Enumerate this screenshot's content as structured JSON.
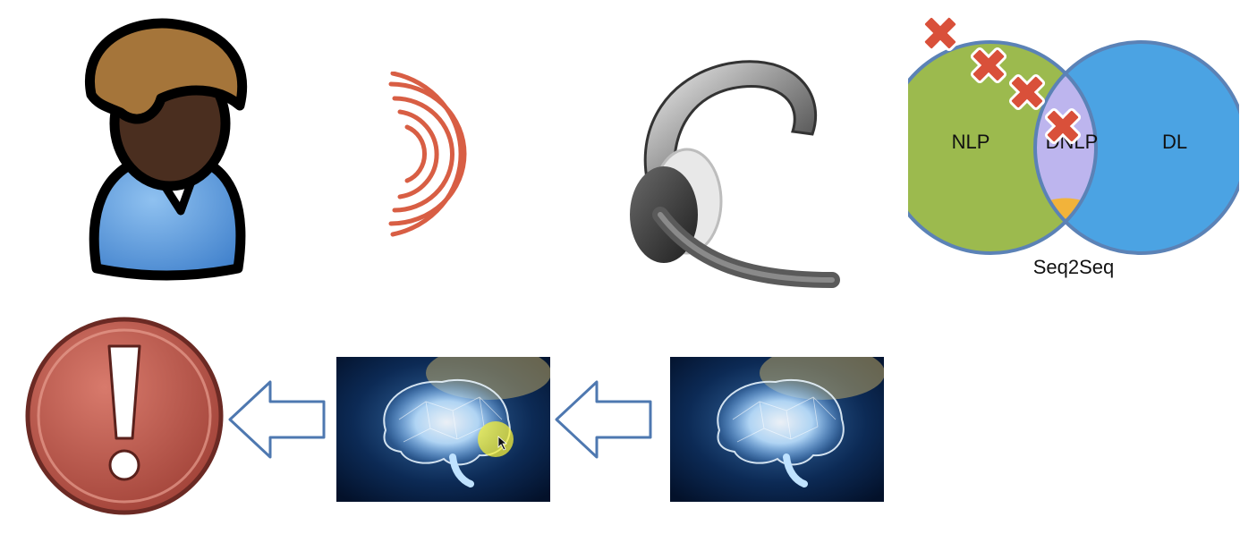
{
  "venn": {
    "left_label": "NLP",
    "middle_label": "DNLP",
    "right_label": "DL",
    "caption": "Seq2Seq"
  },
  "colors": {
    "nlp_green": "#9CBA4E",
    "dl_blue": "#4BA3E3",
    "dnlp_lavender": "#BDB5EE",
    "seq2seq_orange": "#F2B33A",
    "venn_outline": "#5B82B6",
    "sound_waves": "#D85E44",
    "alert_red": "#B85347",
    "arrow_outline": "#4E78B0",
    "x_mark": "#D9503A"
  },
  "icons": {
    "person": "person-icon",
    "sound": "sound-waves-icon",
    "headset": "headset-icon",
    "brain": "brain-icon",
    "alert": "exclamation-icon",
    "arrow": "arrow-left-icon",
    "cross": "cross-mark-icon"
  }
}
